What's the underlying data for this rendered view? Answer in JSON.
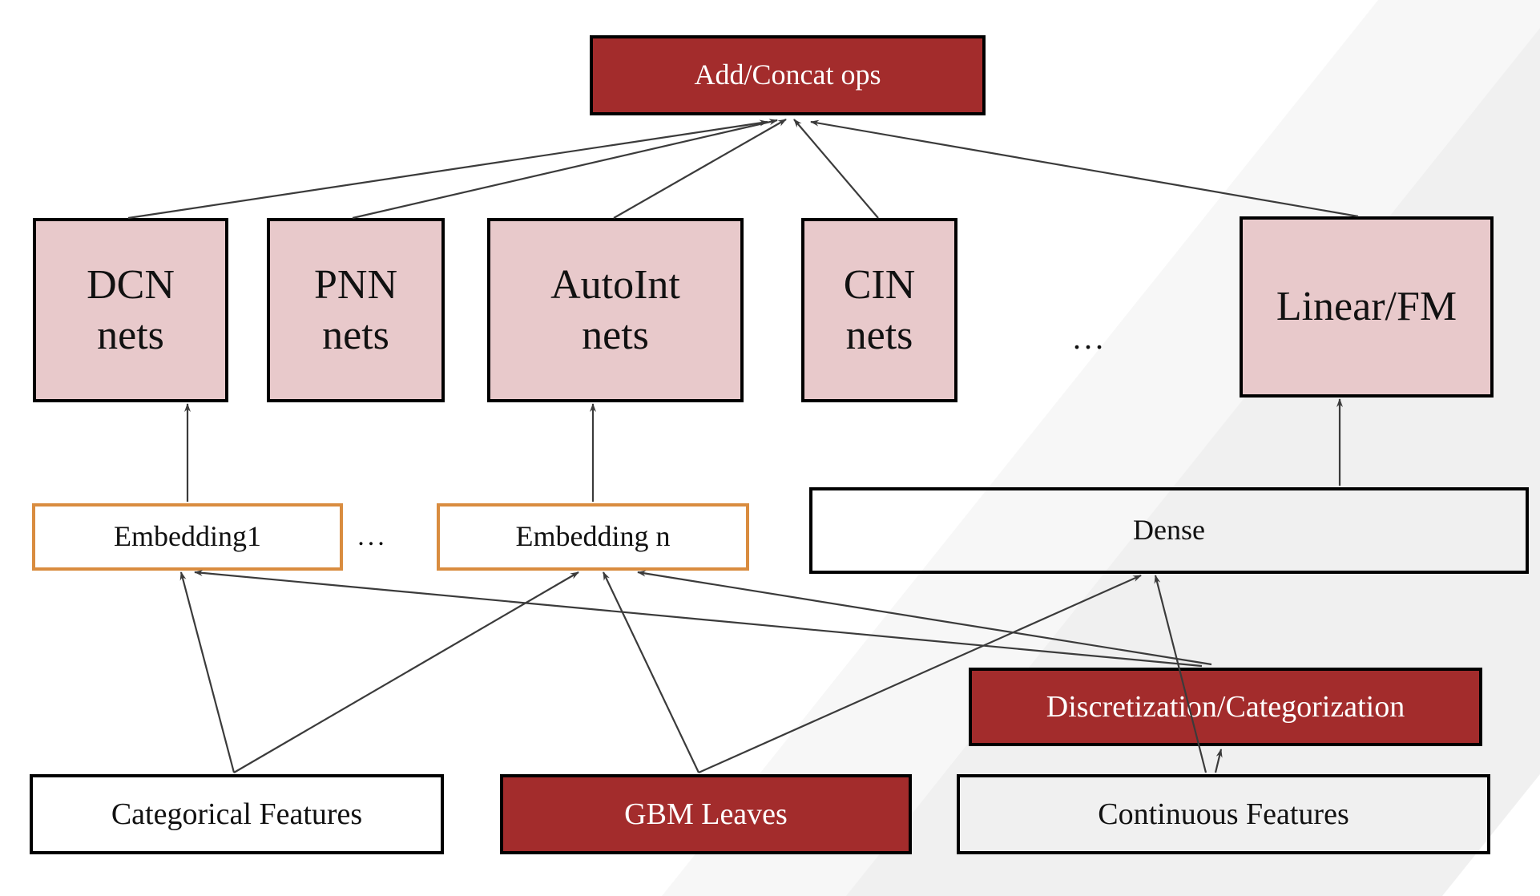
{
  "diagram": {
    "description": "Architecture diagram: feature inputs feed embeddings and dense layer, which feed multiple CTR network blocks combined by Add/Concat ops",
    "nodes": {
      "add_concat": {
        "label": "Add/Concat ops"
      },
      "dcn": {
        "line1": "DCN",
        "line2": "nets"
      },
      "pnn": {
        "line1": "PNN",
        "line2": "nets"
      },
      "autoint": {
        "line1": "AutoInt",
        "line2": "nets"
      },
      "cin": {
        "line1": "CIN",
        "line2": "nets"
      },
      "linear_fm": {
        "label": "Linear/FM"
      },
      "embedding1": {
        "label": "Embedding1"
      },
      "embedding_n": {
        "label": "Embedding n"
      },
      "dense": {
        "label": "Dense"
      },
      "discretization": {
        "label": "Discretization/Categorization"
      },
      "categorical": {
        "label": "Categorical Features"
      },
      "gbm": {
        "label": "GBM Leaves"
      },
      "continuous": {
        "label": "Continuous Features"
      },
      "ellipsis_nets": {
        "label": "..."
      },
      "ellipsis_embeddings": {
        "label": "..."
      }
    },
    "edges": [
      {
        "from": "DCN nets",
        "to": "Add/Concat ops"
      },
      {
        "from": "PNN nets",
        "to": "Add/Concat ops"
      },
      {
        "from": "AutoInt nets",
        "to": "Add/Concat ops"
      },
      {
        "from": "CIN nets",
        "to": "Add/Concat ops"
      },
      {
        "from": "Linear/FM",
        "to": "Add/Concat ops"
      },
      {
        "from": "Embedding1",
        "to": "DCN nets"
      },
      {
        "from": "Embedding n",
        "to": "AutoInt nets"
      },
      {
        "from": "Dense",
        "to": "Linear/FM"
      },
      {
        "from": "Categorical Features",
        "to": "Embedding1"
      },
      {
        "from": "Categorical Features",
        "to": "Embedding n"
      },
      {
        "from": "GBM Leaves",
        "to": "Embedding n"
      },
      {
        "from": "GBM Leaves",
        "to": "Dense"
      },
      {
        "from": "Continuous Features",
        "to": "Dense"
      },
      {
        "from": "Continuous Features",
        "to": "Discretization/Categorization"
      },
      {
        "from": "Discretization/Categorization",
        "to": "Embedding n"
      },
      {
        "from": "Discretization/Categorization",
        "to": "Embedding1"
      }
    ],
    "colors": {
      "dark_red": "#A32C2C",
      "pink": "#E8C9CB",
      "orange_border": "#D98C3F",
      "box_border": "#000000",
      "arrow": "#3B3B3B",
      "text_dark": "#111111",
      "text_light": "#FFFFFF",
      "background": "#FFFFFF",
      "watermark_gray": "#F1F1F1"
    }
  }
}
